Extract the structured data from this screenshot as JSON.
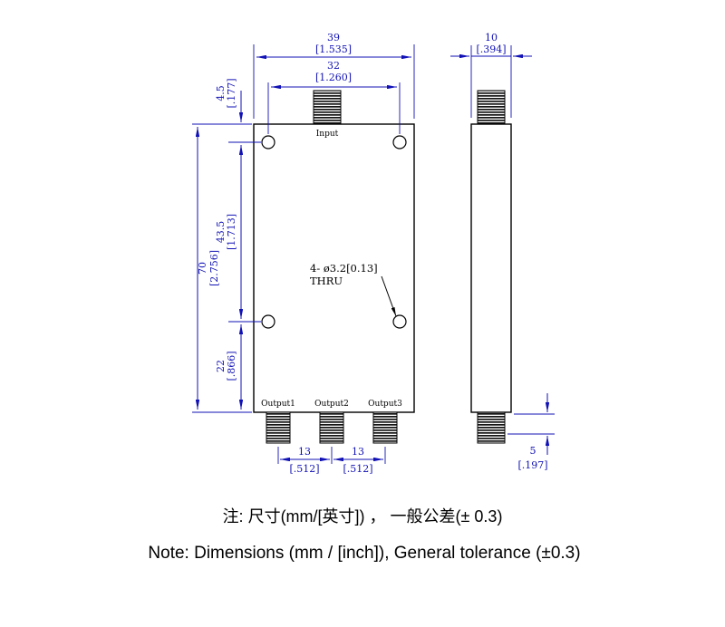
{
  "front_view": {
    "input_label": "Input",
    "output_labels": {
      "o1": "Output1",
      "o2": "Output2",
      "o3": "Output3"
    },
    "hole_note": "4- ø3.2[0.13]",
    "hole_note_thru": "THRU"
  },
  "dims": {
    "overall_width_mm": "39",
    "overall_width_in": "[1.535]",
    "hole_span_w_mm": "32",
    "hole_span_w_in": "[1.260]",
    "top_offset_mm": "4.5",
    "top_offset_in": "[.177]",
    "hole_span_h_mm": "43.5",
    "hole_span_h_in": "[1.713]",
    "overall_height_mm": "70",
    "overall_height_in": "[2.756]",
    "bottom_offset_mm": "22",
    "bottom_offset_in": "[.866]",
    "port_pitch_left_mm": "13",
    "port_pitch_left_in": "[.512]",
    "port_pitch_right_mm": "13",
    "port_pitch_right_in": "[.512]",
    "body_depth_mm": "10",
    "body_depth_in": "[.394]",
    "connector_len_mm": "5",
    "connector_len_in": "[.197]"
  },
  "notes": {
    "cn": "注: 尺寸(mm/[英寸]) ， 一般公差(± 0.3)",
    "en": "Note: Dimensions (mm / [inch]), General tolerance (±0.3)"
  },
  "colors": {
    "dim-color": "#1111b5",
    "line-color": "#000000",
    "bg-color": "#ffffff"
  }
}
